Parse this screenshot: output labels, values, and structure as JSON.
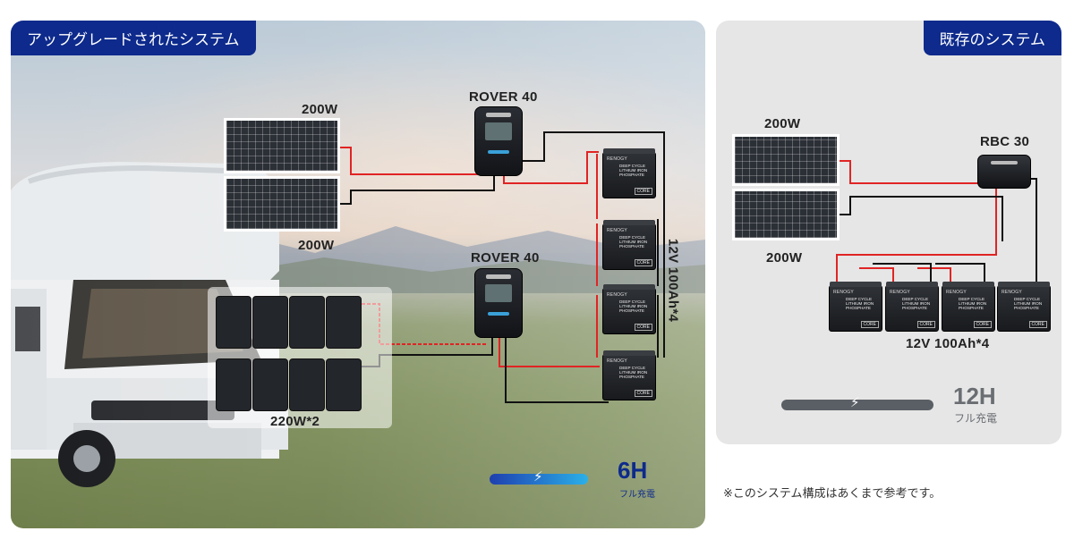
{
  "upgraded": {
    "tag": "アップグレードされたシステム",
    "panel_top_label": "200W",
    "panel_bottom_label": "200W",
    "controller_top_label": "ROVER 40",
    "controller_bottom_label": "ROVER 40",
    "folding_label": "220W*2",
    "battery_label": "12V 100Ah*4",
    "charge_hours": "6H",
    "charge_sub": "フル充電"
  },
  "existing": {
    "tag": "既存のシステム",
    "panel_top_label": "200W",
    "panel_bottom_label": "200W",
    "controller_label": "RBC 30",
    "battery_label": "12V 100Ah*4",
    "charge_hours": "12H",
    "charge_sub": "フル充電"
  },
  "battery": {
    "brand": "RENOGY",
    "text": "DEEP CYCLE\nLITHIUM IRON\nPHOSPHATE",
    "model": "CORE"
  },
  "footnote": "※このシステム構成はあくまで参考です。",
  "colors": {
    "tag_bg": "#0d2a8c",
    "positive_wire": "#e02424",
    "negative_wire": "#111111",
    "fast_charge_start": "#1e3fb0",
    "fast_charge_end": "#2bb0e8",
    "slow_charge": "#5a5f66"
  },
  "charge_levels": {
    "upgraded": 1.0,
    "existing": 1.0
  }
}
